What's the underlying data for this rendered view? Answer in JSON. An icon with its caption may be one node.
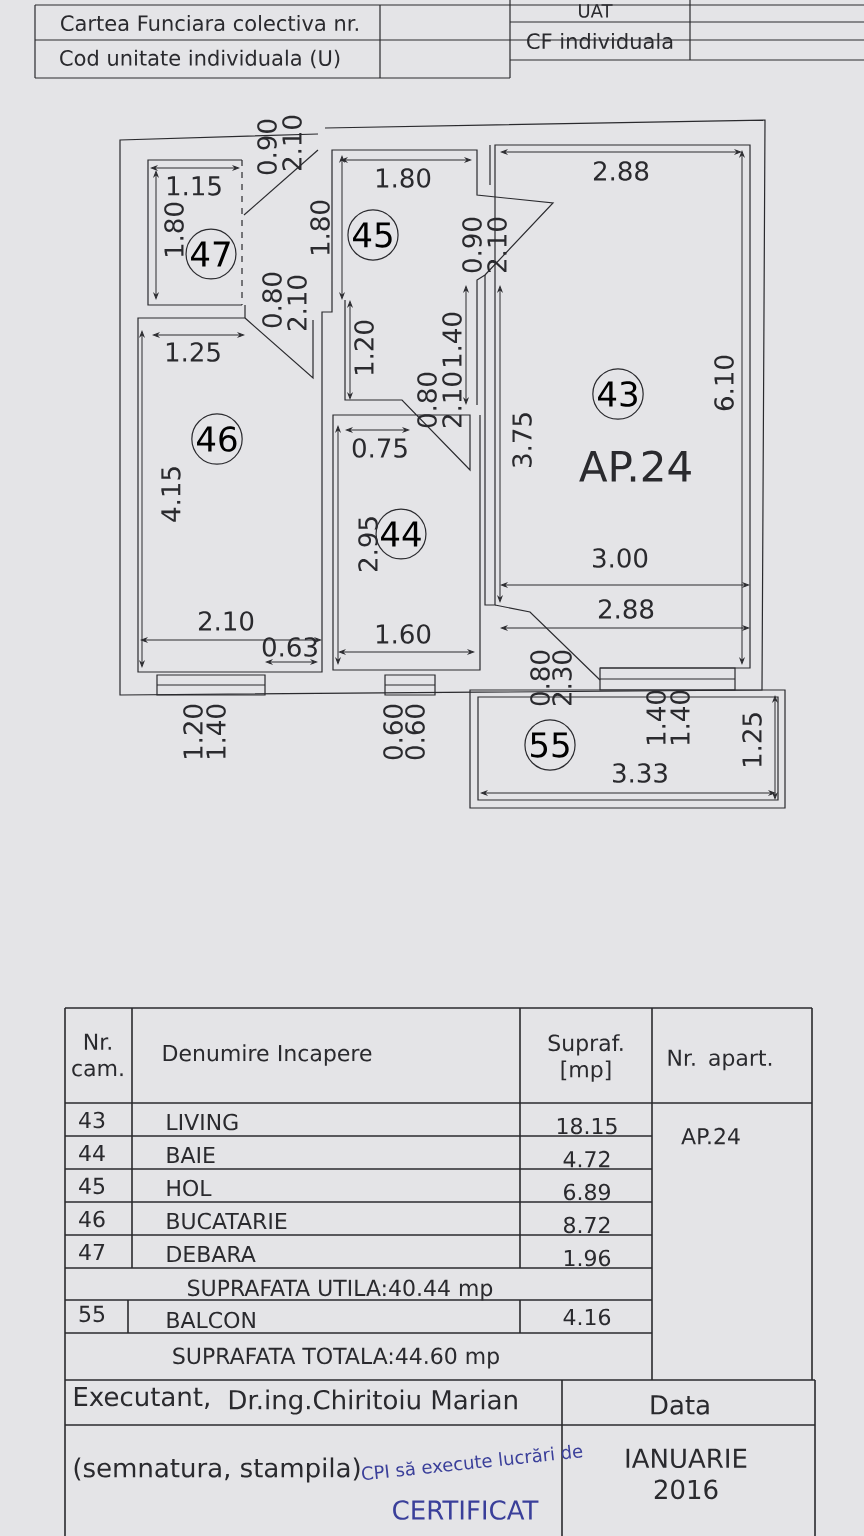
{
  "diagram": {
    "nodes": [
      {
        "text": [
          "47"
        ]
      },
      {
        "text": [
          "45"
        ]
      },
      {
        "text": [
          "43"
        ]
      },
      {
        "text": [
          "46"
        ]
      },
      {
        "text": [
          "44"
        ]
      },
      {
        "text": [
          "55"
        ]
      }
    ],
    "labels": [
      "Cartea Funciara colectiva nr.",
      "UAT",
      "Cod unitate individuala (U)",
      "CF individuala",
      "0.90",
      "2.10",
      "1.15",
      "1.80",
      "2.88",
      "1.80",
      "1.80",
      "0.90",
      "2.10",
      "0.80",
      "2.10",
      "1.25",
      "1.20",
      "1.40",
      "0.80",
      "2.10",
      "6.10",
      "3.75",
      "0.75",
      "AP.24",
      "4.15",
      "2.95",
      "3.00",
      "2.88",
      "2.10",
      "1.60",
      "0.63",
      "0.80",
      "2.30",
      "1.20",
      "1.40",
      "0.60",
      "0.60",
      "1.40",
      "1.40",
      "1.25",
      "3.33",
      "Nr. cam.",
      "Denumire Incapere",
      "Supraf. [mp]",
      "Nr. apart.",
      "43",
      "LIVING",
      "18.15",
      "AP.24",
      "44",
      "BAIE",
      "4.72",
      "45",
      "HOL",
      "6.89",
      "46",
      "BUCATARIE",
      "8.72",
      "47",
      "DEBARA",
      "1.96",
      "SUPRAFATA UTILA:40.44 mp",
      "55",
      "BALCON",
      "4.16",
      "SUPRAFATA TOTALA:44.60 mp",
      "Executant,",
      "Dr.ing.Chiritoiu Marian",
      "Data",
      "(semnatura, stampila)",
      "IANUARIE 2016",
      "CPI să execute lucrări de",
      "CERTIFICAT"
    ]
  }
}
